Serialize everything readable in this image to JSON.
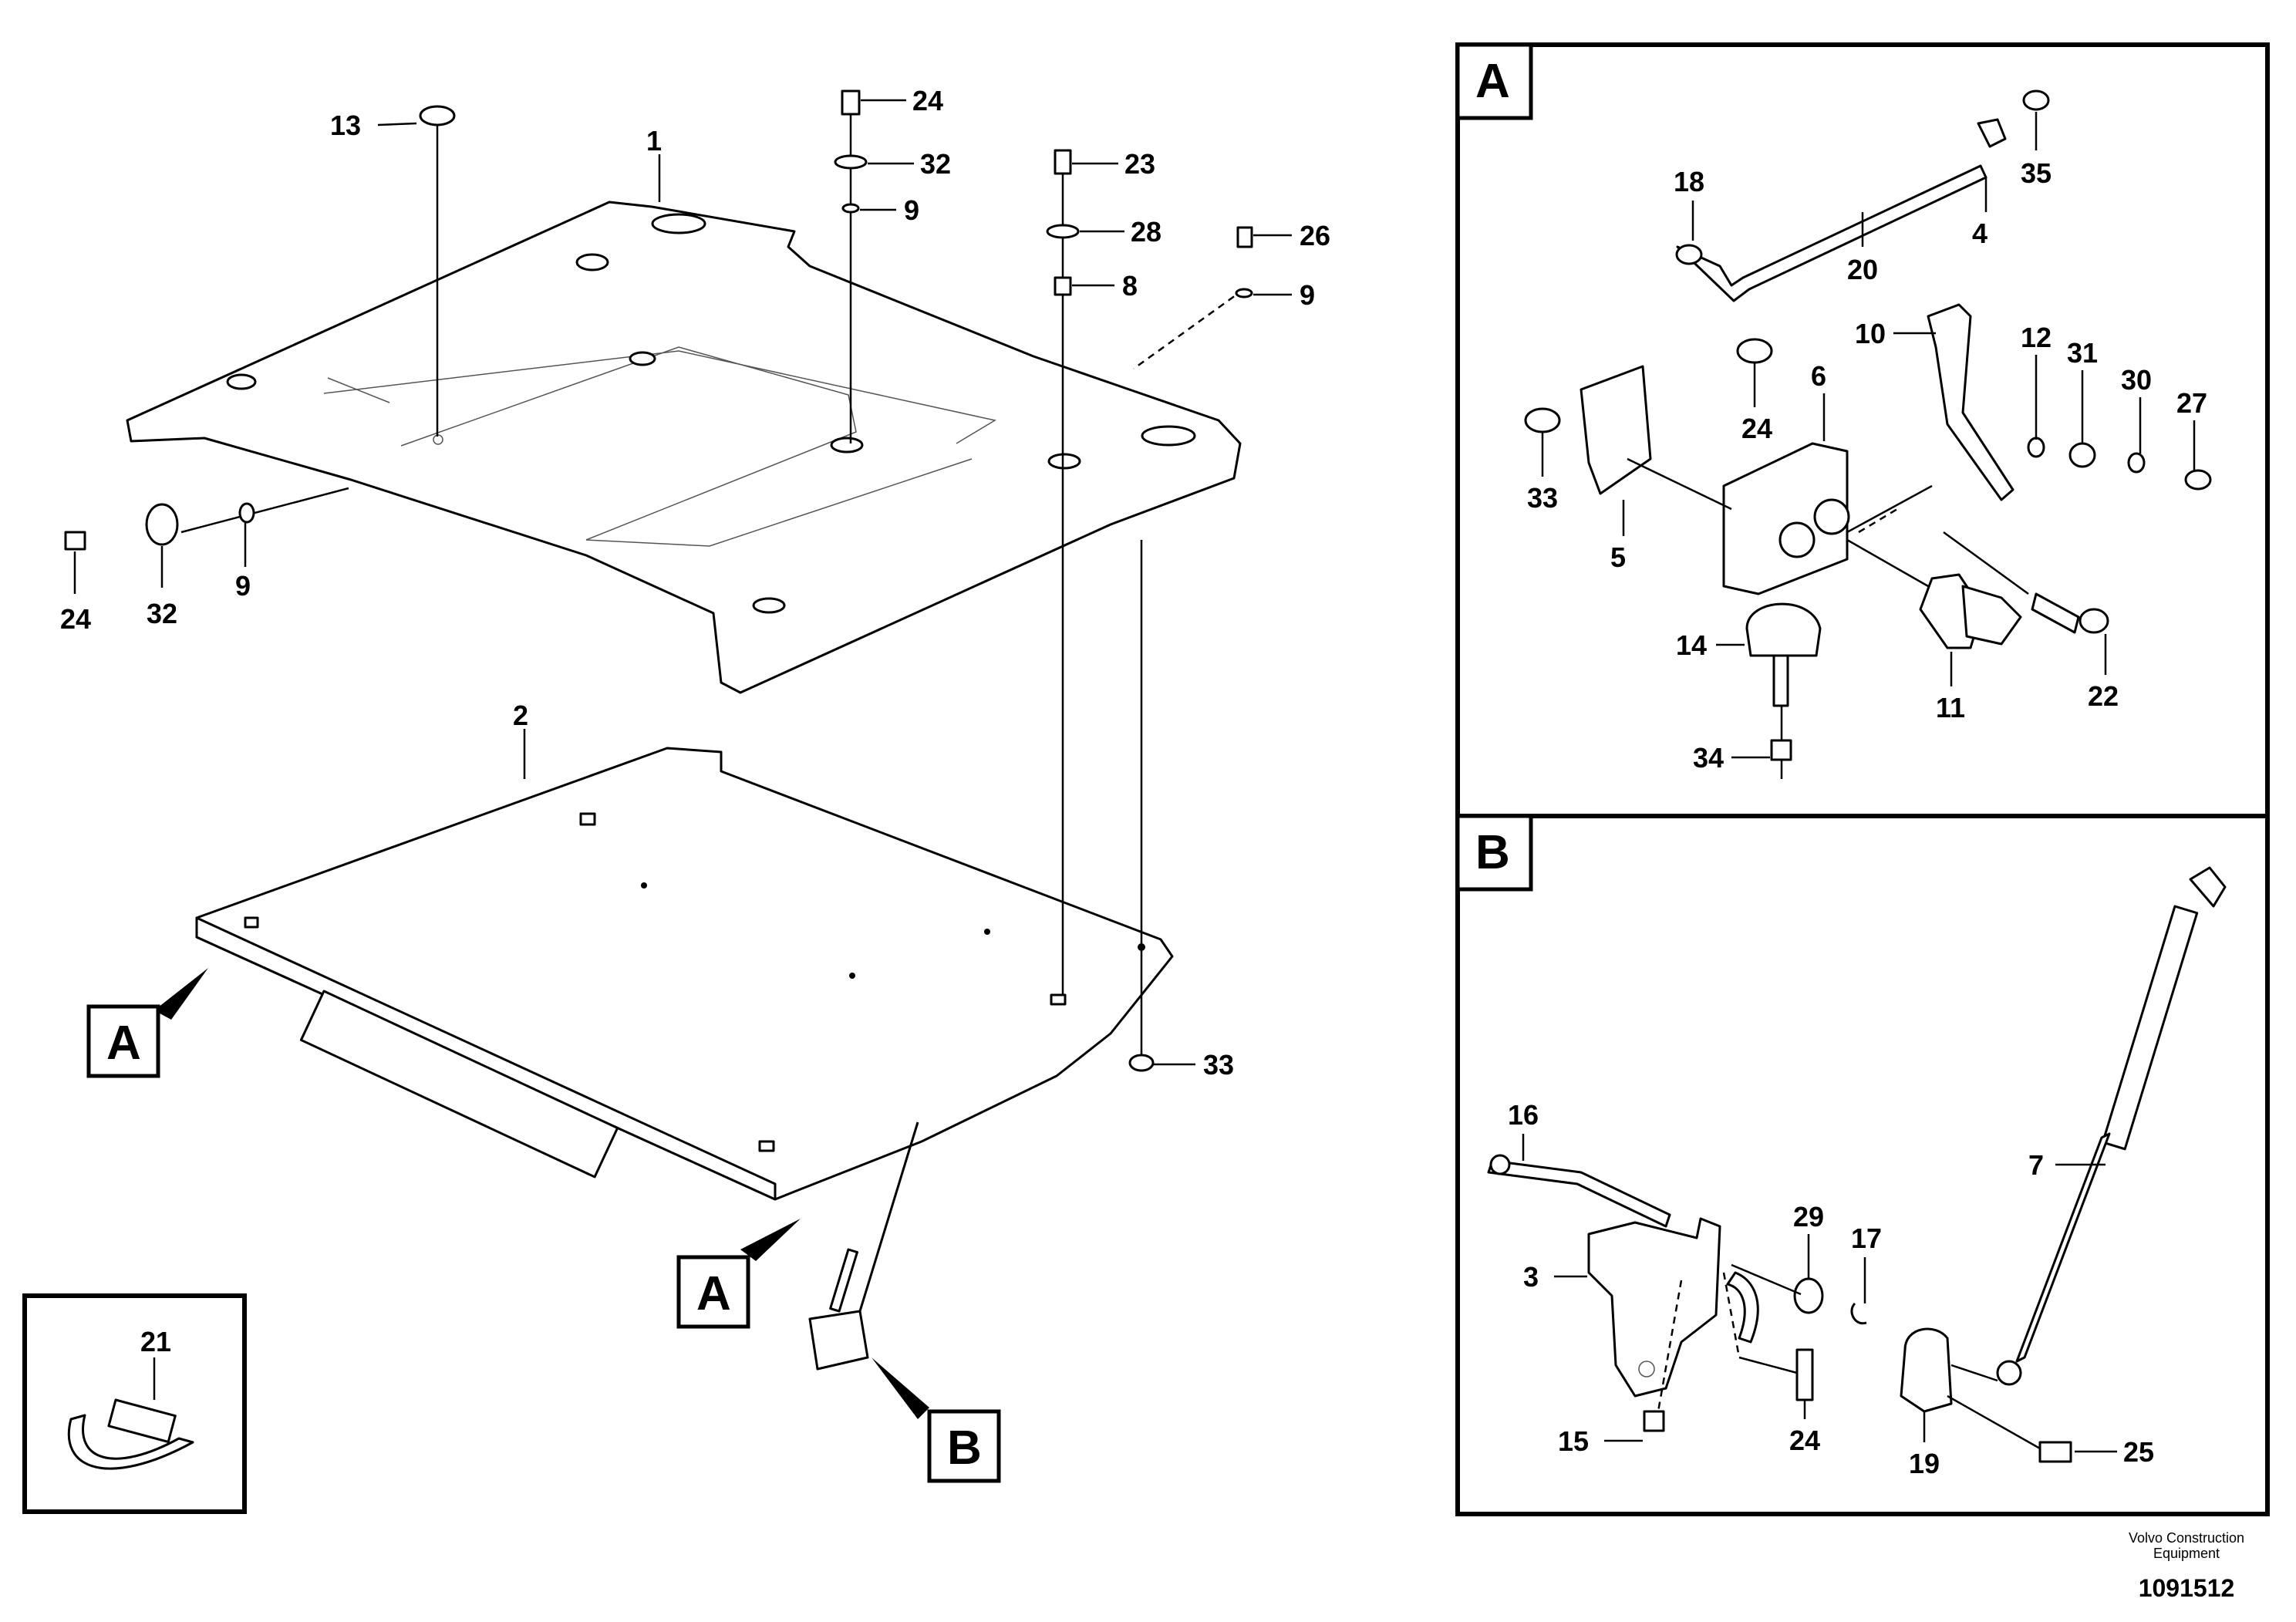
{
  "callouts": {
    "main": [
      "13",
      "1",
      "24",
      "32",
      "9",
      "23",
      "28",
      "8",
      "26",
      "9",
      "24",
      "32",
      "9",
      "2",
      "33",
      "21"
    ],
    "detail_a": [
      "18",
      "20",
      "4",
      "35",
      "10",
      "12",
      "31",
      "30",
      "27",
      "24",
      "6",
      "33",
      "5",
      "14",
      "11",
      "22",
      "34"
    ],
    "detail_b": [
      "16",
      "29",
      "17",
      "3",
      "7",
      "15",
      "24",
      "19",
      "25"
    ]
  },
  "view_tags": {
    "main_a1": "A",
    "main_a2": "A",
    "main_b": "B",
    "detail_a": "A",
    "detail_b": "B"
  },
  "credit": {
    "line1": "Volvo Construction",
    "line2": "Equipment",
    "doc_number": "1091512"
  }
}
